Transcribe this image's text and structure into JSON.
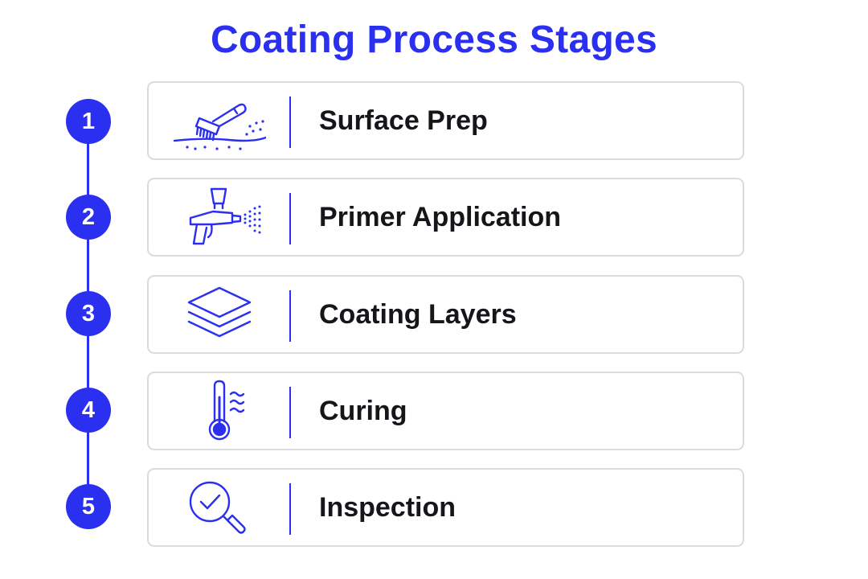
{
  "title": "Coating Process Stages",
  "accent_color": "#2a2ff0",
  "stages": [
    {
      "number": "1",
      "label": "Surface Prep",
      "icon": "brush-icon"
    },
    {
      "number": "2",
      "label": "Primer Application",
      "icon": "spray-gun-icon"
    },
    {
      "number": "3",
      "label": "Coating Layers",
      "icon": "layers-icon"
    },
    {
      "number": "4",
      "label": "Curing",
      "icon": "thermometer-icon"
    },
    {
      "number": "5",
      "label": "Inspection",
      "icon": "magnifier-check-icon"
    }
  ]
}
